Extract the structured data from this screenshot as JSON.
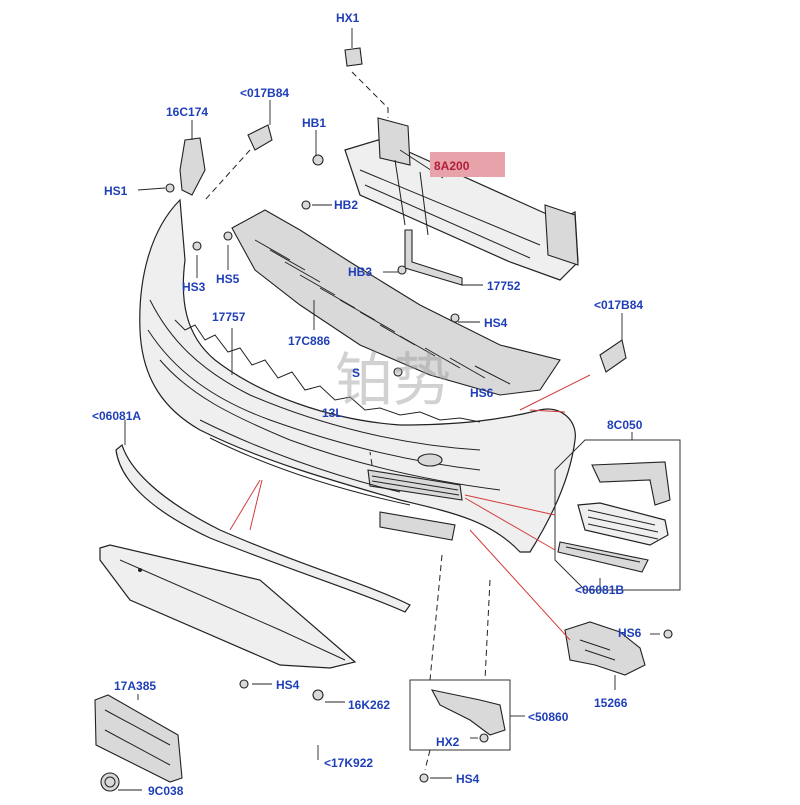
{
  "labels": {
    "hx1": "HX1",
    "b017_top": "<017B84",
    "c16_174": "16C174",
    "hb1": "HB1",
    "a8_200": "8A200",
    "hs1": "HS1",
    "hb2": "HB2",
    "hs3": "HS3",
    "hs5": "HS5",
    "hb3": "HB3",
    "p17752": "17752",
    "hs4_top": "HS4",
    "b017_right": "<017B84",
    "p17757": "17757",
    "c17_886": "17C886",
    "hs6_partial": "HS6",
    "l13_partial": "13L",
    "a06081_left": "<06081A",
    "c8_050": "8C050",
    "b06081": "<06081B",
    "hs6": "HS6",
    "p15266": "15266",
    "a17_385": "17A385",
    "hs4_mid": "HS4",
    "k16_262": "16K262",
    "p50860": "<50860",
    "hx2": "HX2",
    "k17_922": "<17K922",
    "c9_038": "9C038",
    "hs4_bottom": "HS4",
    "s_partial": "S"
  },
  "highlight_color": "#e8a3aa",
  "label_color": "#1f3fb8",
  "watermark": "铂势"
}
